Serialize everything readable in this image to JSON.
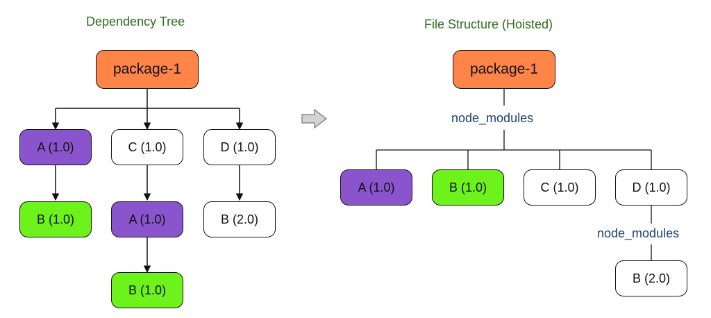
{
  "left": {
    "title": "Dependency Tree",
    "root": "package-1",
    "nodes": {
      "a": "A (1.0)",
      "c": "C (1.0)",
      "d": "D (1.0)",
      "b_under_a": "B (1.0)",
      "a_under_c": "A (1.0)",
      "b2_under_d": "B (2.0)",
      "b_under_ca": "B (1.0)"
    }
  },
  "right": {
    "title": "File Structure (Hoisted)",
    "root": "package-1",
    "node_modules_top": "node_modules",
    "nodes": {
      "a": "A (1.0)",
      "b": "B (1.0)",
      "c": "C (1.0)",
      "d": "D (1.0)"
    },
    "node_modules_d": "node_modules",
    "b2": "B (2.0)"
  },
  "colors": {
    "package": "#ff8448",
    "a": "#8a55cc",
    "b": "#6ef21c",
    "plain": "#ffffff",
    "title": "#2e6b1f",
    "node_modules": "#1d3f7a"
  },
  "transition_icon": "right-arrow-icon"
}
